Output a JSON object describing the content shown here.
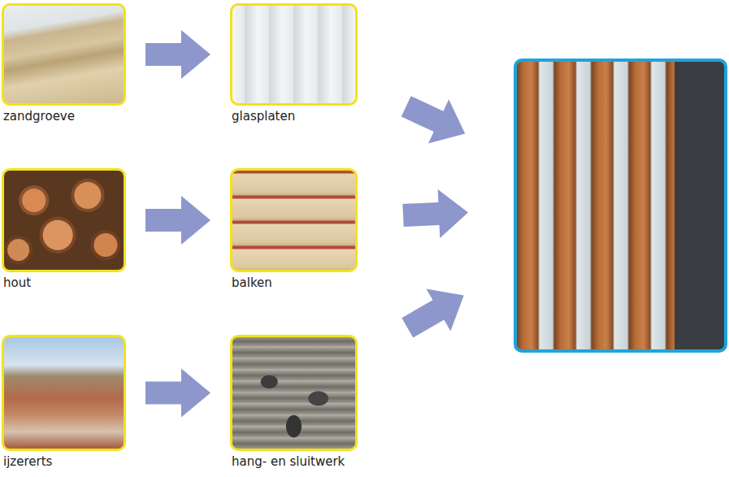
{
  "diagram": {
    "nodes": [
      {
        "text": [
          "zandgroeve"
        ]
      },
      {
        "text": [
          "glasplaten"
        ]
      },
      {
        "text": [
          "hout"
        ]
      },
      {
        "text": [
          "balken"
        ]
      },
      {
        "text": [
          "ijzererts"
        ]
      },
      {
        "text": [
          "hang- en sluitwerk"
        ]
      },
      {
        "text": []
      }
    ],
    "edges": [
      {
        "from": 0,
        "to": 1,
        "arrow": "to"
      },
      {
        "from": 2,
        "to": 3,
        "arrow": "to"
      },
      {
        "from": 4,
        "to": 5,
        "arrow": "to"
      },
      {
        "from": 1,
        "to": 6,
        "arrow": "to"
      },
      {
        "from": 3,
        "to": 6,
        "arrow": "to"
      },
      {
        "from": 5,
        "to": 6,
        "arrow": "to"
      }
    ]
  }
}
